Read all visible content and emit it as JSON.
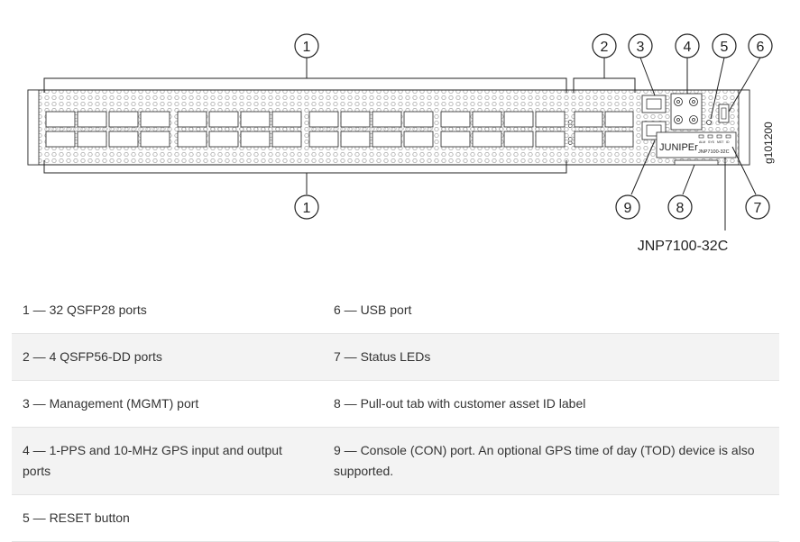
{
  "figure": {
    "callouts": [
      "1",
      "2",
      "3",
      "4",
      "5",
      "6",
      "1",
      "9",
      "8",
      "7"
    ],
    "model_label": "JNP7100-32C",
    "figure_id": "g101200",
    "brand": "JUNIPEr",
    "panel_model": "JNP7100-32C",
    "led_labels": [
      "ALM",
      "SYS",
      "MST",
      "ID"
    ],
    "side_labels": [
      "CO",
      "CO"
    ]
  },
  "legend": {
    "rows": [
      [
        "1 — 32 QSFP28 ports",
        "6 — USB port"
      ],
      [
        "2 — 4 QSFP56-DD ports",
        "7 — Status LEDs"
      ],
      [
        "3 — Management (MGMT) port",
        "8 — Pull-out tab with customer asset ID label"
      ],
      [
        "4 — 1-PPS and 10-MHz GPS input and output ports",
        "9 — Console (CON) port. An optional GPS time of day (TOD) device is also supported."
      ],
      [
        "5 — RESET button",
        ""
      ]
    ]
  },
  "colors": {
    "line": "#222222",
    "hatch": "#9a9a9a",
    "alt_row": "#f3f3f3",
    "text": "#333333"
  }
}
